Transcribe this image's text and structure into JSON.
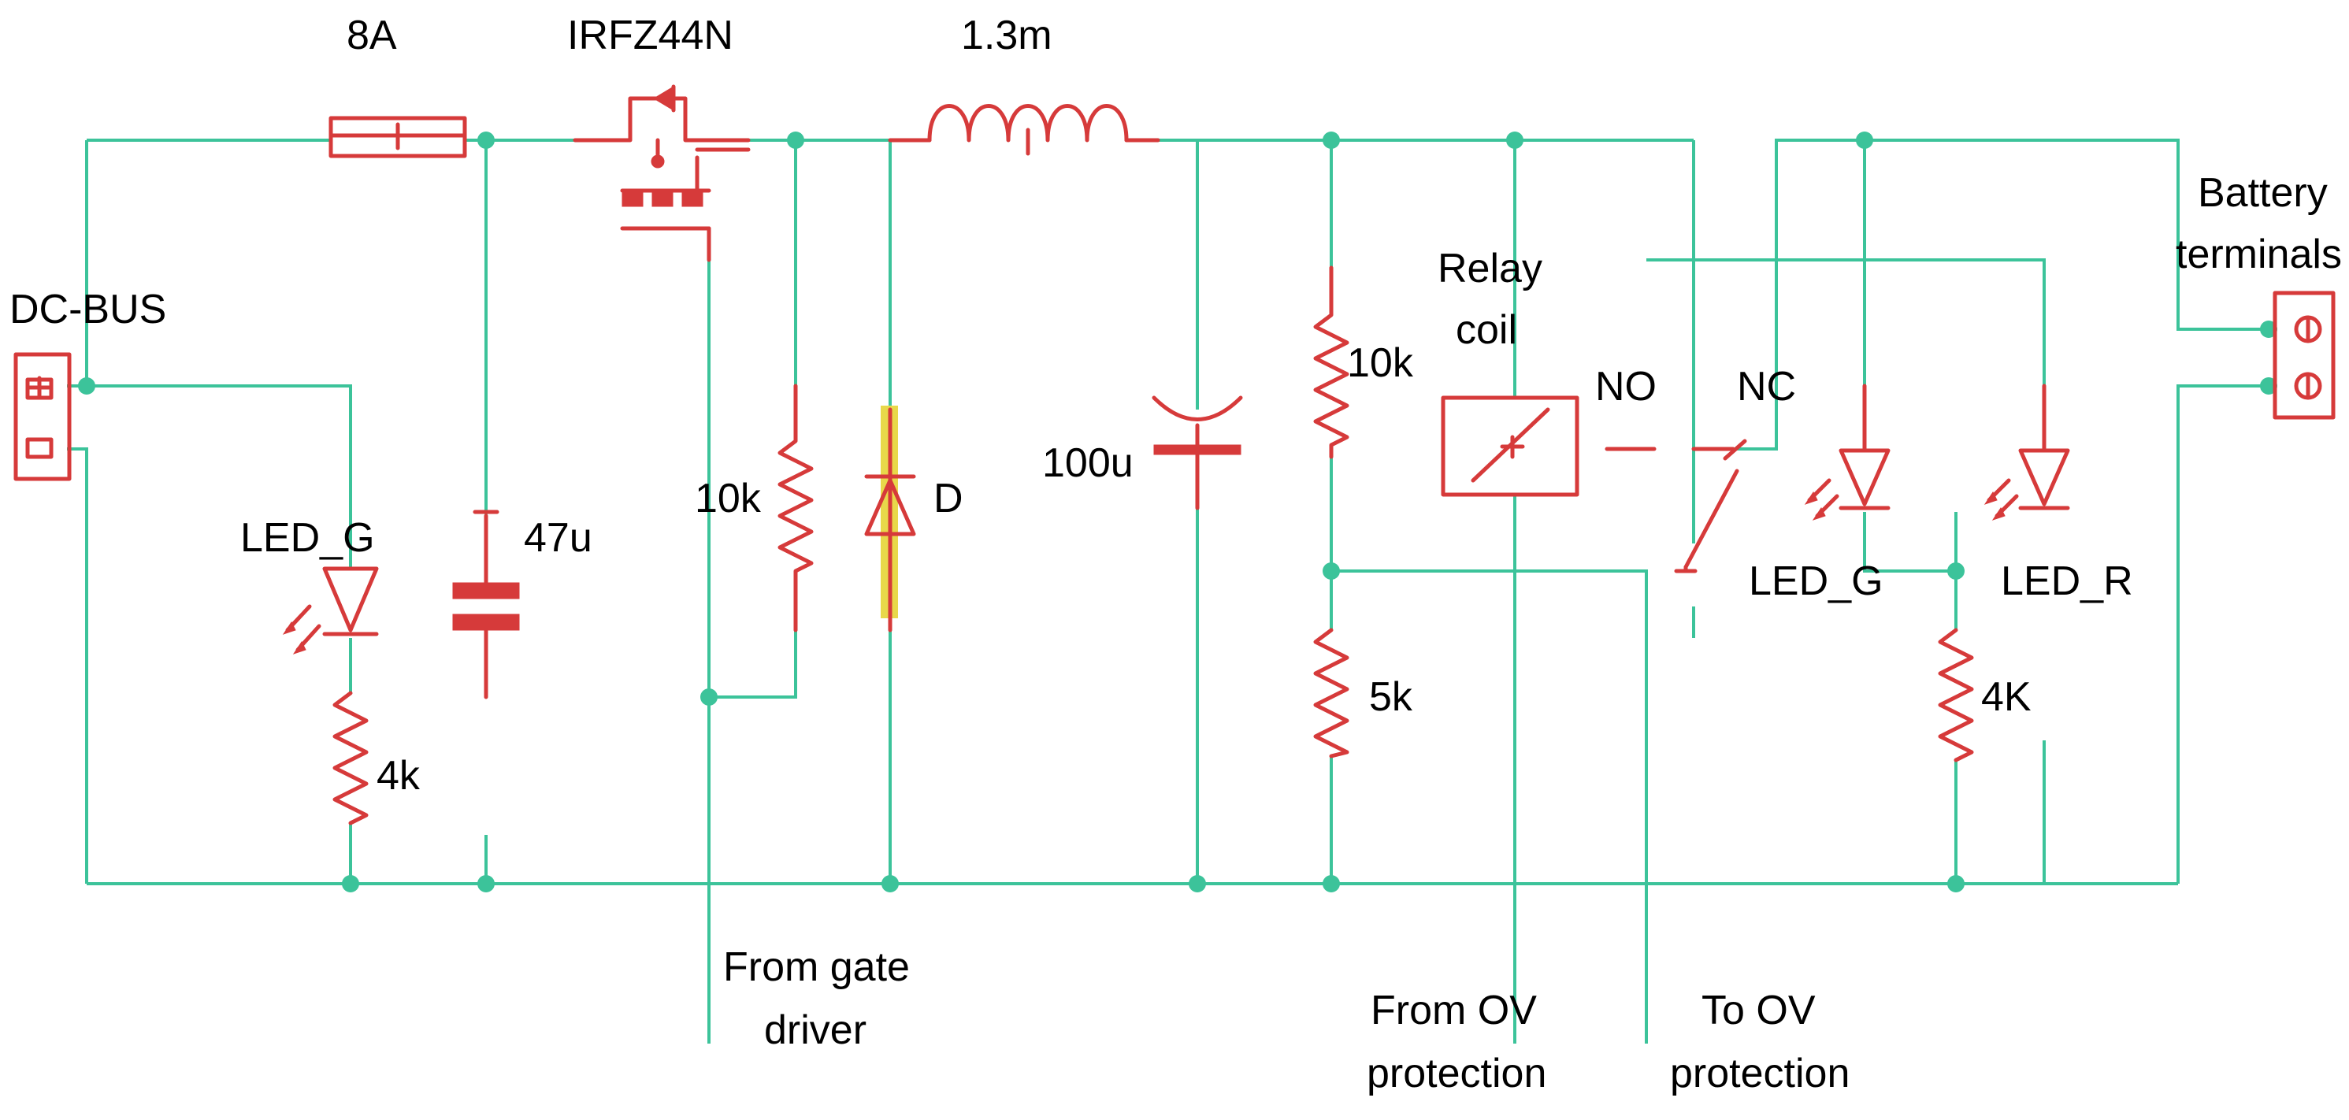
{
  "labels": {
    "fuse": "8A",
    "mosfet": "IRFZ44N",
    "inductor": "1.3m",
    "dc_bus": "DC-BUS",
    "battery_line1": "Battery",
    "battery_line2": "terminals",
    "led_g_left": "LED_G",
    "cap_47": "47u",
    "res_10k_gate": "10k",
    "diode": "D",
    "cap_100": "100u",
    "res_10k_div": "10k",
    "relay_line1": "Relay",
    "relay_line2": "coil",
    "no": "NO",
    "nc": "NC",
    "led_g_right": "LED_G",
    "led_r": "LED_R",
    "res_4k_left": "4k",
    "res_5k": "5k",
    "res_4k_right": "4K",
    "from_gate_line1": "From gate",
    "from_gate_line2": "driver",
    "from_ov_line1": "From OV",
    "from_ov_line2": "protection",
    "to_ov_line1": "To OV",
    "to_ov_line2": "protection"
  },
  "colors": {
    "wire": "#3cc39a",
    "component": "#d63a3a",
    "highlight": "#e8d84a",
    "text": "#000000"
  }
}
